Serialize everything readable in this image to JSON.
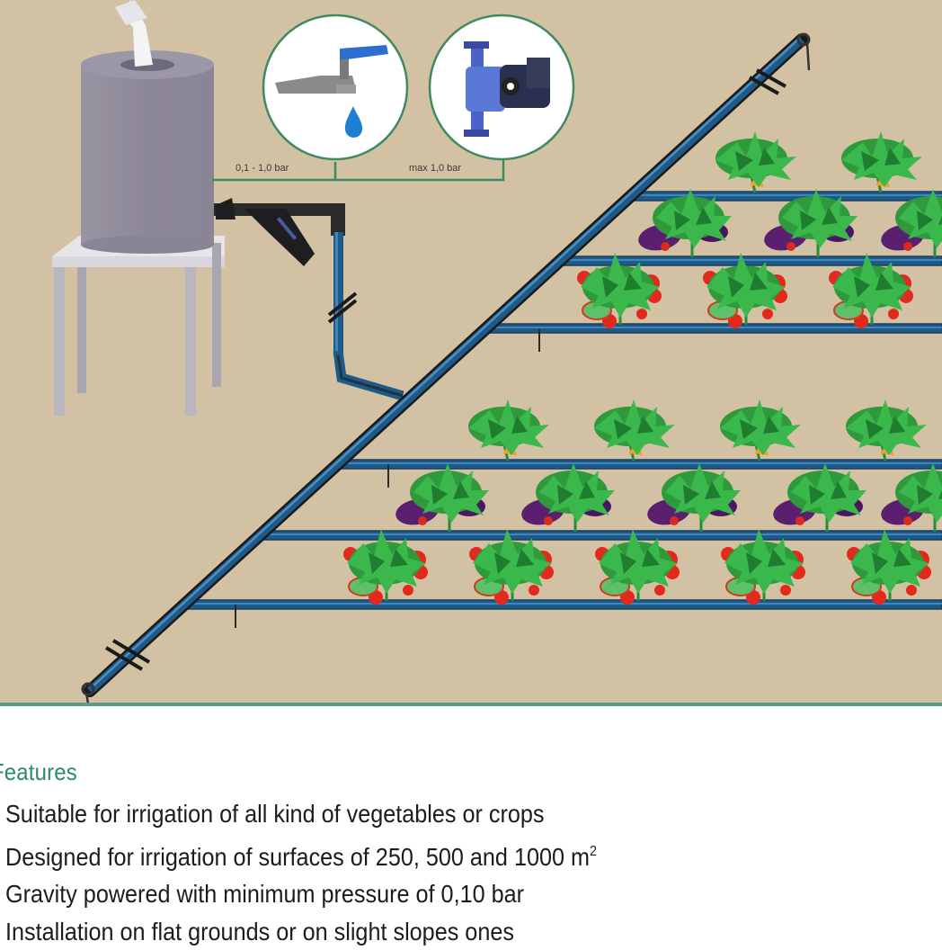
{
  "diagram": {
    "title": "Gravity drip irrigation kit",
    "components": {
      "tank": "water-tank",
      "stand": "tank-stand",
      "filter": "disc-filter",
      "main_line": "main-supply-pipe",
      "laterals": "drip-lateral-lines",
      "tap_inset": "tap-icon",
      "pump_inset": "pump-icon"
    },
    "labels": {
      "tap_pressure": "0,1 - 1,0 bar",
      "pump_pressure": "max 1,0 bar"
    },
    "crops": [
      "lettuce",
      "eggplant",
      "tomato"
    ],
    "colors": {
      "background": "#d3c1a4",
      "pipe": "#1f5a86",
      "callout_line": "#3f8a60",
      "tank": "#8f8a98",
      "leaf": "#33b24a",
      "tomato": "#e22a1c",
      "eggplant": "#5a1f6e",
      "carrot": "#f0a02a"
    }
  },
  "features": {
    "title": "Features",
    "items": [
      "Suitable for irrigation of all kind of vegetables or crops",
      "Designed for irrigation of surfaces of 250, 500 and 1000 m",
      "Gravity powered  with minimum pressure of 0,10 bar",
      "Installation on flat grounds or on slight slopes ones"
    ],
    "surface_unit_superscript": "2"
  }
}
